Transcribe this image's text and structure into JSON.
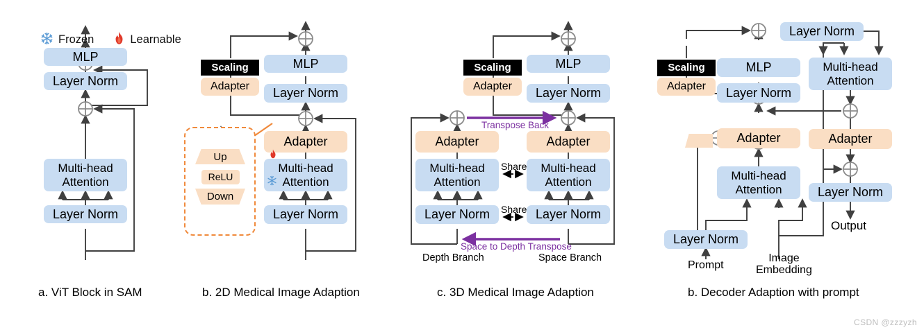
{
  "figure": {
    "legend": [
      {
        "icon": "snowflake-icon",
        "label": "Frozen",
        "color": "#5b9bd5"
      },
      {
        "icon": "flame-icon",
        "label": "Learnable",
        "color": "#e0392a"
      }
    ],
    "watermark": "CSDN @zzzyzh",
    "palette": {
      "blue_block": "#c8dcf2",
      "orange_block": "#fadec4",
      "black_block": "#000000",
      "purple_arrow": "#7b30a0",
      "inset_border": "#f08a3c",
      "wire": "#404040"
    },
    "captions": [
      "a. ViT Block in SAM",
      "b. 2D Medical Image Adaption",
      "c. 3D Medical Image Adaption",
      "b. Decoder Adaption with prompt"
    ]
  },
  "panel_a": {
    "caption": "a. ViT Block in SAM",
    "blocks": [
      {
        "id": "a-mlp",
        "label": "MLP",
        "type": "blue"
      },
      {
        "id": "a-ln2",
        "label": "Layer Norm",
        "type": "blue"
      },
      {
        "id": "a-mha",
        "label": "Multi-head\nAttention",
        "type": "blue"
      },
      {
        "id": "a-ln1",
        "label": "Layer Norm",
        "type": "blue"
      }
    ]
  },
  "panel_b": {
    "caption": "b. 2D Medical Image Adaption",
    "blocks": [
      {
        "id": "b-scaling",
        "label": "Scaling",
        "type": "black"
      },
      {
        "id": "b-adapter-top",
        "label": "Adapter",
        "type": "orange"
      },
      {
        "id": "b-mlp",
        "label": "MLP",
        "type": "blue"
      },
      {
        "id": "b-ln2",
        "label": "Layer Norm",
        "type": "blue"
      },
      {
        "id": "b-adapter",
        "label": "Adapter",
        "type": "orange",
        "badge": "flame-icon"
      },
      {
        "id": "b-mha",
        "label": "Multi-head\nAttention",
        "type": "blue",
        "badge": "snowflake-icon"
      },
      {
        "id": "b-ln1",
        "label": "Layer Norm",
        "type": "blue"
      }
    ],
    "inset": {
      "blocks": [
        {
          "id": "b-inset-up",
          "label": "Up",
          "shape": "trapezoid-up"
        },
        {
          "id": "b-inset-relu",
          "label": "ReLU",
          "shape": "rect"
        },
        {
          "id": "b-inset-down",
          "label": "Down",
          "shape": "trapezoid-down"
        }
      ]
    }
  },
  "panel_c": {
    "caption": "c. 3D Medical Image Adaption",
    "blocks": [
      {
        "id": "c-scaling",
        "label": "Scaling",
        "type": "black"
      },
      {
        "id": "c-adapter-top",
        "label": "Adapter",
        "type": "orange"
      },
      {
        "id": "c-mlp",
        "label": "MLP",
        "type": "blue"
      },
      {
        "id": "c-ln-top",
        "label": "Layer Norm",
        "type": "blue"
      },
      {
        "id": "c-adapter-left",
        "label": "Adapter",
        "type": "orange"
      },
      {
        "id": "c-mha-left",
        "label": "Multi-head\nAttention",
        "type": "blue"
      },
      {
        "id": "c-ln-left",
        "label": "Layer Norm",
        "type": "blue"
      },
      {
        "id": "c-adapter-right",
        "label": "Adapter",
        "type": "orange"
      },
      {
        "id": "c-mha-right",
        "label": "Multi-head\nAttention",
        "type": "blue"
      },
      {
        "id": "c-ln-right",
        "label": "Layer Norm",
        "type": "blue"
      }
    ],
    "annotations": {
      "transpose_back": "Transpose Back",
      "space_to_depth": "Space to Depth Transpose",
      "share_top": "Share",
      "share_bottom": "Share",
      "depth_branch": "Depth Branch",
      "space_branch": "Space Branch"
    }
  },
  "panel_d": {
    "caption": "b. Decoder Adaption with prompt",
    "blocks": [
      {
        "id": "d-ln-top",
        "label": "Layer Norm",
        "type": "blue"
      },
      {
        "id": "d-scaling",
        "label": "Scaling",
        "type": "black"
      },
      {
        "id": "d-adapter-scale",
        "label": "Adapter",
        "type": "orange"
      },
      {
        "id": "d-mlp",
        "label": "MLP",
        "type": "blue"
      },
      {
        "id": "d-ln-mlp",
        "label": "Layer Norm",
        "type": "blue"
      },
      {
        "id": "d-mha-right",
        "label": "Multi-head\nAttention",
        "type": "blue"
      },
      {
        "id": "d-adapter-mid",
        "label": "Adapter",
        "type": "orange"
      },
      {
        "id": "d-adapter-right",
        "label": "Adapter",
        "type": "orange"
      },
      {
        "id": "d-mha-left",
        "label": "Multi-head\nAttention",
        "type": "blue"
      },
      {
        "id": "d-ln-right",
        "label": "Layer Norm",
        "type": "blue"
      },
      {
        "id": "d-ln-bottom",
        "label": "Layer Norm",
        "type": "blue"
      }
    ],
    "annotations": {
      "prompt": "Prompt",
      "image_embedding": "Image\nEmbedding",
      "output": "Output"
    }
  }
}
